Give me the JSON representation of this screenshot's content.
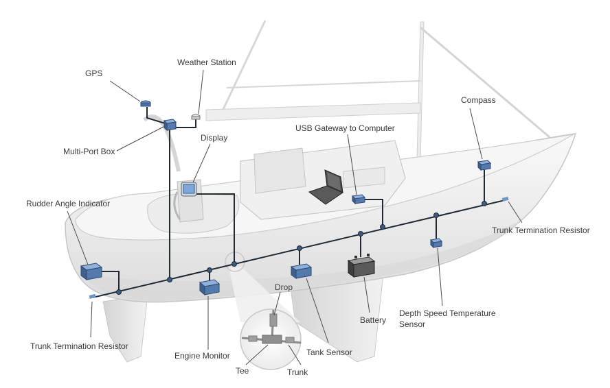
{
  "diagram": {
    "labels": {
      "gps": "GPS",
      "weather_station": "Weather Station",
      "multi_port_box": "Multi-Port Box",
      "display": "Display",
      "usb_gateway": "USB Gateway to Computer",
      "compass": "Compass",
      "rudder_angle_indicator": "Rudder Angle Indicator",
      "trunk_termination_right": "Trunk Termination Resistor",
      "trunk_termination_left": "Trunk Termination Resistor",
      "engine_monitor": "Engine Monitor",
      "drop": "Drop",
      "tee": "Tee",
      "trunk": "Trunk",
      "tank_sensor": "Tank Sensor",
      "battery": "Battery",
      "depth_speed_temperature_line1": "Depth Speed Temperature",
      "depth_speed_temperature_line2": "Sensor"
    },
    "colors": {
      "device_blue": "#5b82b8",
      "network_line": "#1f2a36",
      "leader_line": "#4a4a4a",
      "hull_fill": "#f1f1f1",
      "hull_shadow": "#d9d9d9",
      "outline": "#c8c8c8"
    }
  }
}
